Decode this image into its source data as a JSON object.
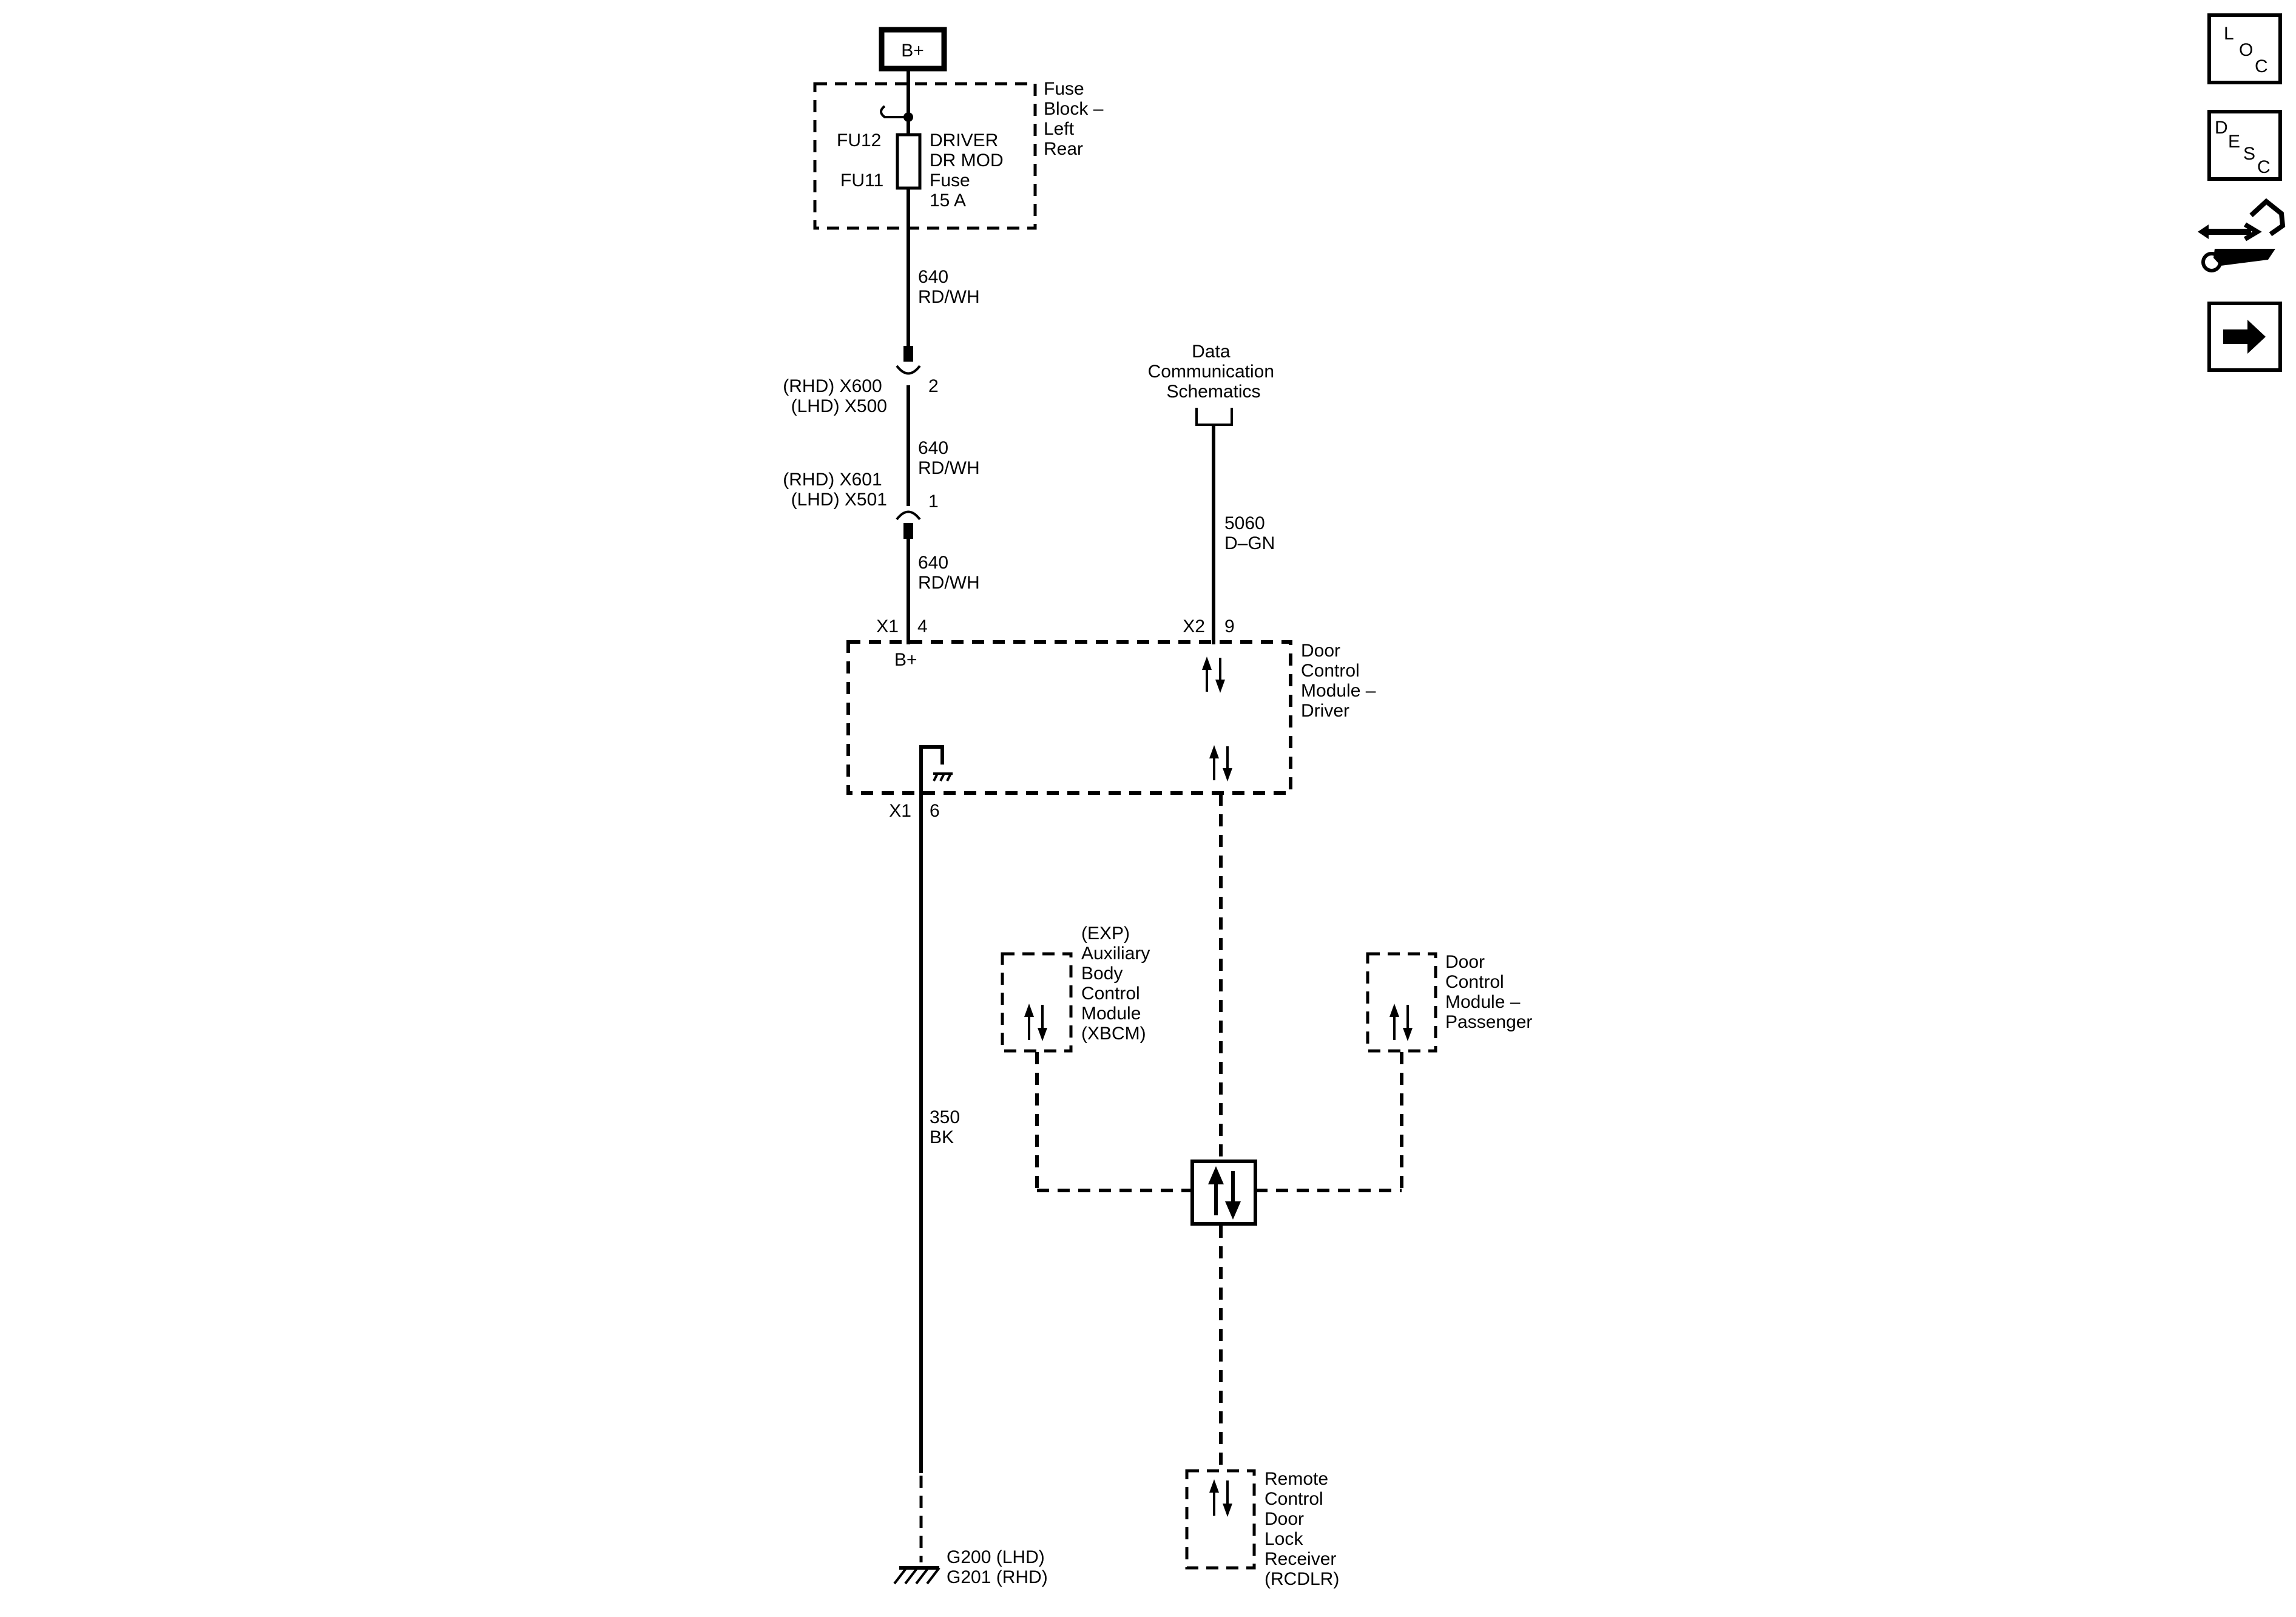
{
  "power": {
    "label": "B+"
  },
  "fuse_block": {
    "name_lines": [
      "Fuse",
      "Block –",
      "Left",
      "Rear"
    ],
    "fu12": "FU12",
    "fu11": "FU11",
    "fuse_lines": [
      "DRIVER",
      "DR MOD",
      "Fuse",
      "15 A"
    ]
  },
  "wires": {
    "w640_a": [
      "640",
      "RD/WH"
    ],
    "w640_b": [
      "640",
      "RD/WH"
    ],
    "w640_c": [
      "640",
      "RD/WH"
    ],
    "w5060": [
      "5060",
      "D–GN"
    ],
    "w350": [
      "350",
      "BK"
    ]
  },
  "connectors": {
    "c1_lines": [
      "(RHD) X600",
      "(LHD) X500"
    ],
    "c1_pin": "2",
    "c2_lines": [
      "(RHD) X601",
      "(LHD) X501"
    ],
    "c2_pin": "1"
  },
  "data_comm": {
    "lines": [
      "Data",
      "Communication",
      "Schematics"
    ]
  },
  "dcm_driver": {
    "name_lines": [
      "Door",
      "Control",
      "Module –",
      "Driver"
    ],
    "x1_top": "X1",
    "pin4": "4",
    "x2_top": "X2",
    "pin9": "9",
    "bplus": "B+",
    "x1_bottom": "X1",
    "pin6": "6"
  },
  "xbcm": {
    "lines": [
      "(EXP)",
      "Auxiliary",
      "Body",
      "Control",
      "Module",
      "(XBCM)"
    ]
  },
  "dcm_passenger": {
    "lines": [
      "Door",
      "Control",
      "Module –",
      "Passenger"
    ]
  },
  "rcdlr": {
    "lines": [
      "Remote",
      "Control",
      "Door",
      "Lock",
      "Receiver",
      "(RCDLR)"
    ]
  },
  "ground": {
    "lines": [
      "G200 (LHD)",
      "G201 (RHD)"
    ]
  },
  "side_nav": {
    "loc": [
      "L",
      "O",
      "C"
    ],
    "desc": [
      "D",
      "E",
      "S",
      "C"
    ],
    "connector_icon": "connector-end-view-icon",
    "next_icon": "arrow-right-icon"
  }
}
